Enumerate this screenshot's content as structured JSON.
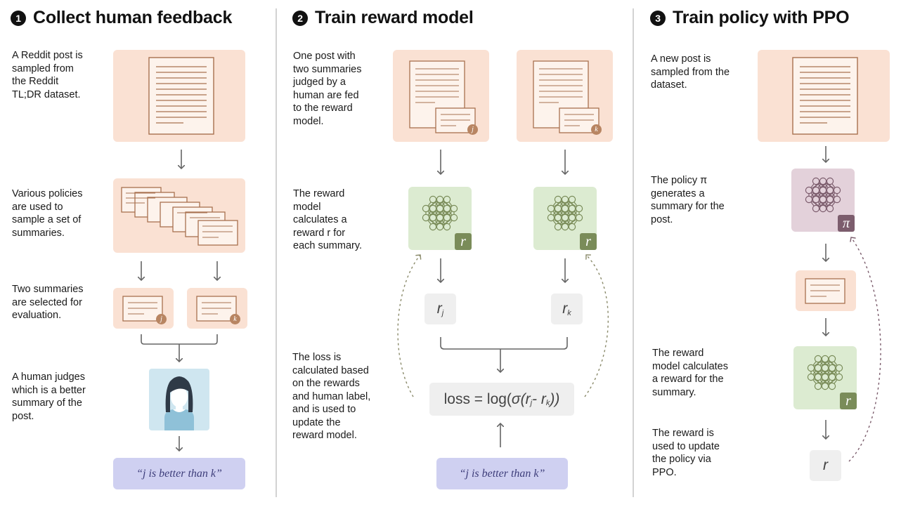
{
  "sections": [
    {
      "number": "1",
      "title": "Collect human feedback"
    },
    {
      "number": "2",
      "title": "Train reward model"
    },
    {
      "number": "3",
      "title": "Train policy with PPO"
    }
  ],
  "step1": {
    "desc_post": "A Reddit post is\nsampled from\nthe Reddit\nTL;DR dataset.",
    "desc_policies": "Various policies\nare used to\nsample a set of\nsummaries.",
    "desc_select": "Two summaries\nare selected for\nevaluation.",
    "desc_judge": "A human judges\nwhich is a better\nsummary of the\npost.",
    "badge_j": "j",
    "badge_k": "k",
    "judgment": "“j is better than k”"
  },
  "step2": {
    "desc_fed": "One post with\ntwo summaries\njudged by a\nhuman are fed\nto the reward\nmodel.",
    "desc_reward": "The reward\nmodel\ncalculates a\nreward r for\neach summary.",
    "desc_loss": "The loss is\ncalculated based\non the rewards\nand human label,\nand is used to\nupdate the\nreward model.",
    "badge_j": "j",
    "badge_k": "k",
    "reward_badge": "r",
    "r_letter": "r",
    "sub_j": "j",
    "sub_k": "k",
    "loss_prefix": "loss = log(",
    "loss_sigma": "σ(r",
    "loss_minus": " - r",
    "loss_suffix": "))",
    "judgment": "“j is better than k”"
  },
  "step3": {
    "desc_new": "A new post is\nsampled from the\ndataset.",
    "desc_policy": "The policy π\ngenerates a\nsummary for the\npost.",
    "desc_rm": "The reward\nmodel calculates\na reward for the\nsummary.",
    "desc_update": "The reward is\nused to update\nthe policy via\nPPO.",
    "policy_badge": "π",
    "reward_badge": "r",
    "r_value": "r"
  },
  "colors": {
    "peach": "#fae1d3",
    "green": "#dcebd1",
    "mauve": "#e3d1da",
    "lavender": "#cfd0f1",
    "doc_stroke": "#a8714f",
    "nn_green": "#7a8c59",
    "nn_mauve": "#7c5d6d"
  }
}
